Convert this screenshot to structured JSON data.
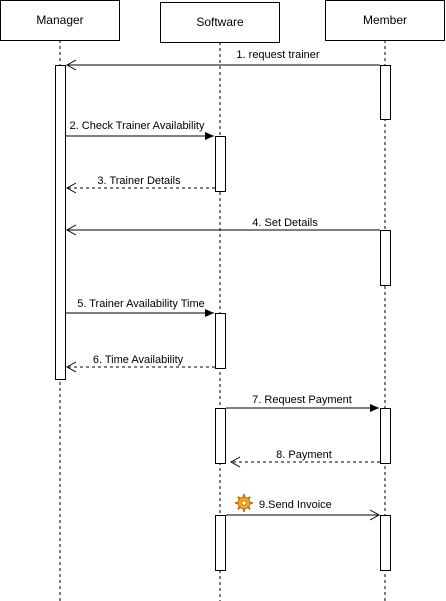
{
  "participants": [
    {
      "id": "manager",
      "label": "Manager"
    },
    {
      "id": "software",
      "label": "Software"
    },
    {
      "id": "member",
      "label": "Member"
    }
  ],
  "messages": [
    {
      "id": "m1",
      "label": "1. request trainer",
      "from": "member",
      "to": "manager",
      "kind": "sync"
    },
    {
      "id": "m2",
      "label": "2. Check Trainer Availability",
      "from": "manager",
      "to": "software",
      "kind": "sync"
    },
    {
      "id": "m3",
      "label": "3. Trainer Details",
      "from": "software",
      "to": "manager",
      "kind": "return"
    },
    {
      "id": "m4",
      "label": "4. Set Details",
      "from": "member",
      "to": "manager",
      "kind": "sync"
    },
    {
      "id": "m5",
      "label": "5. Trainer Availability Time",
      "from": "manager",
      "to": "software",
      "kind": "sync"
    },
    {
      "id": "m6",
      "label": "6. Time Availability",
      "from": "software",
      "to": "manager",
      "kind": "return"
    },
    {
      "id": "m7",
      "label": "7. Request Payment",
      "from": "software",
      "to": "member",
      "kind": "sync"
    },
    {
      "id": "m8",
      "label": "8. Payment",
      "from": "member",
      "to": "software",
      "kind": "return"
    },
    {
      "id": "m9",
      "label": "9.Send Invoice",
      "from": "software",
      "to": "member",
      "kind": "async",
      "icon": "gear-icon"
    }
  ],
  "colors": {
    "line": "#000000",
    "background": "#ffffff",
    "gear": "#f0a830"
  }
}
